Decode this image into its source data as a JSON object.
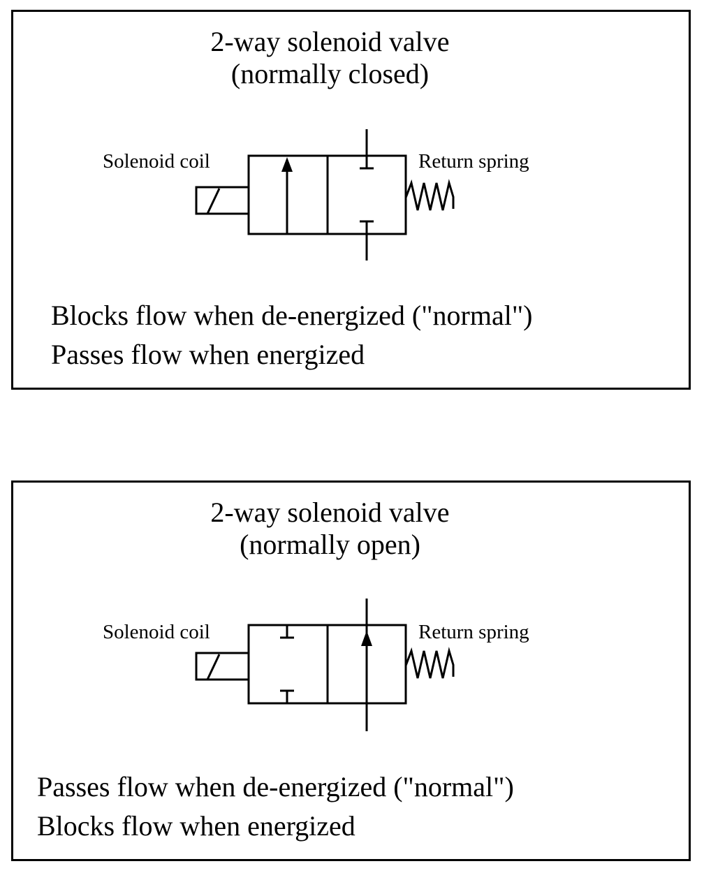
{
  "diagrams": [
    {
      "id": "normally-closed",
      "title_line1": "2-way solenoid valve",
      "title_line2": "(normally closed)",
      "coil_label": "Solenoid coil",
      "spring_label": "Return spring",
      "description": [
        "Blocks flow when de-energized (\"normal\")",
        "Passes flow when energized"
      ],
      "left_envelope": "flow-arrow",
      "right_envelope": "blocked"
    },
    {
      "id": "normally-open",
      "title_line1": "2-way solenoid valve",
      "title_line2": "(normally open)",
      "coil_label": "Solenoid coil",
      "spring_label": "Return spring",
      "description": [
        "Passes flow when de-energized (\"normal\")",
        "Blocks flow when energized"
      ],
      "left_envelope": "blocked",
      "right_envelope": "flow-arrow"
    }
  ]
}
